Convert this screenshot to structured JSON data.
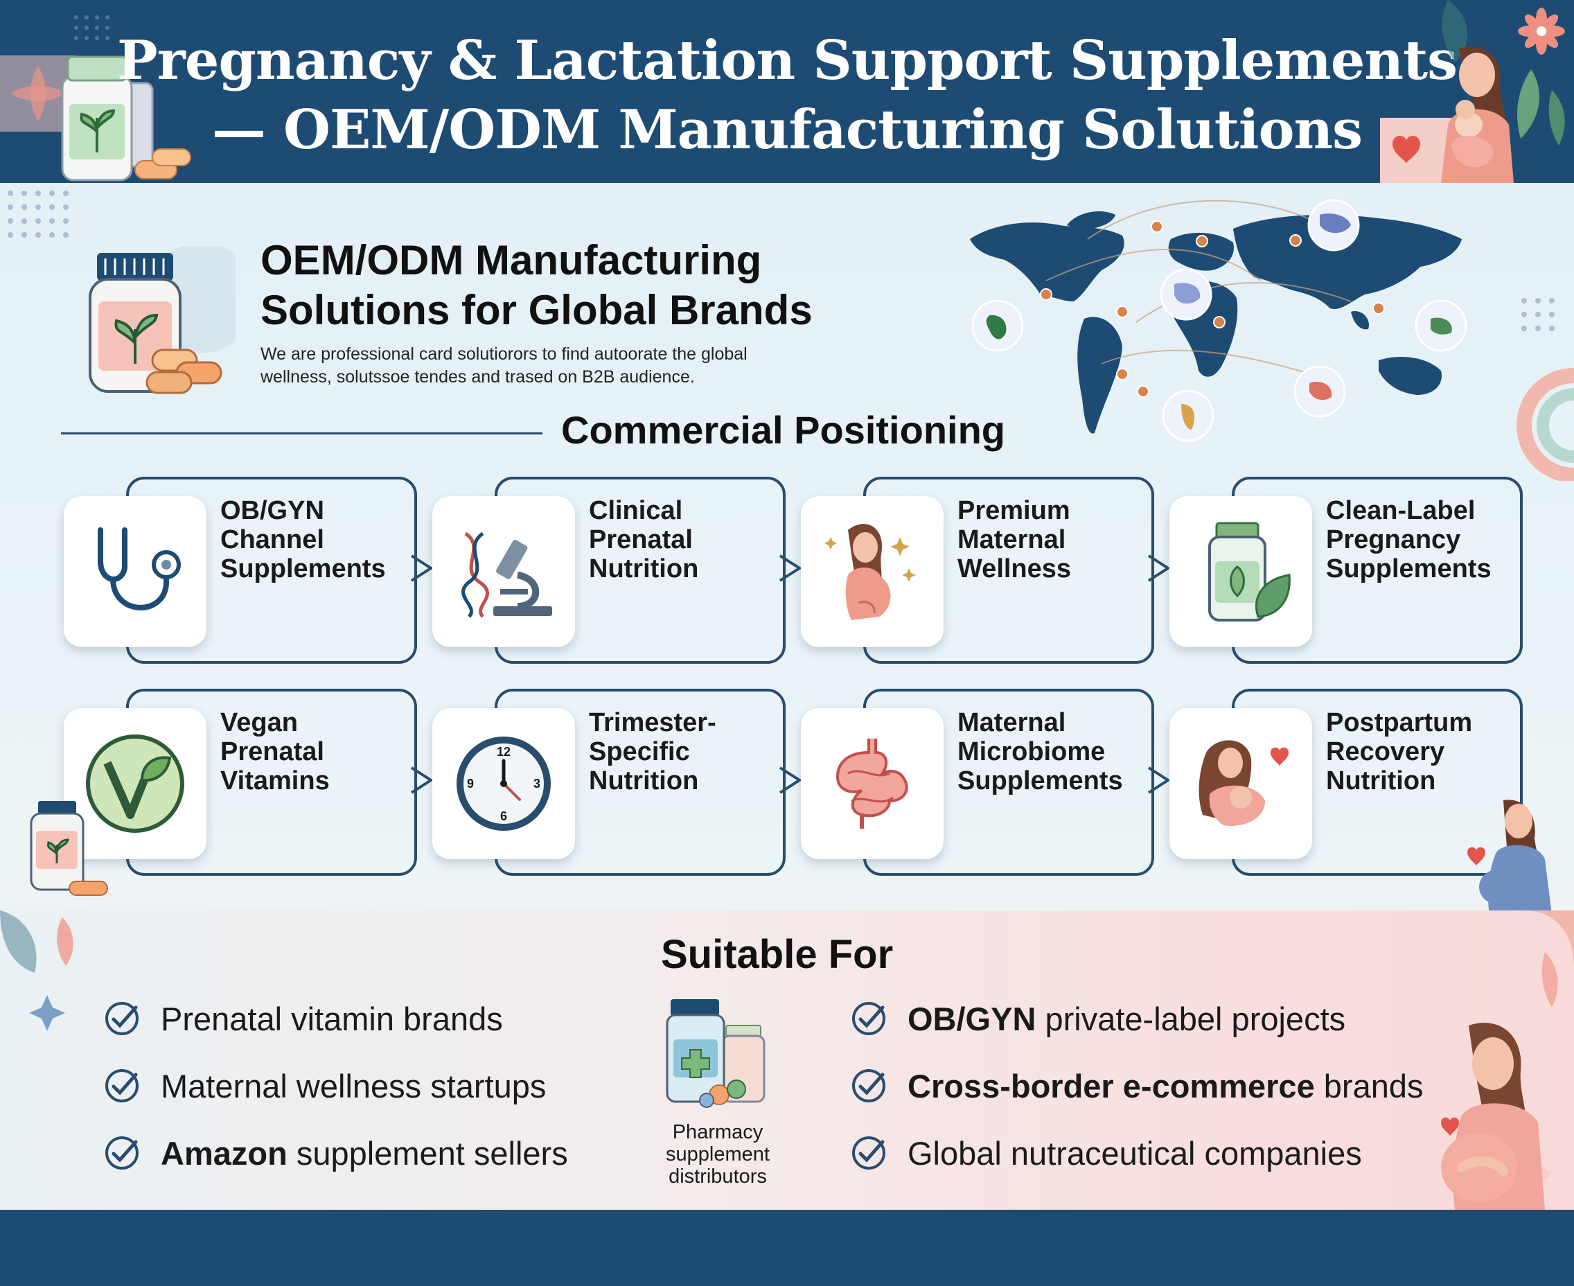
{
  "header": {
    "title_line1": "Pregnancy & Lactation Support Supplements",
    "title_line2": "— OEM/ODM Manufacturing Solutions"
  },
  "intro": {
    "title_line1": "OEM/ODM Manufacturing",
    "title_line2": "Solutions for Global Brands",
    "subtitle_line1": "We are professional card solutiorors to find autoorate the global",
    "subtitle_line2": "wellness, solutssoe tendes and trased on B2B audience."
  },
  "positioning": {
    "title": "Commercial Positioning",
    "cards": [
      {
        "line1": "OB/GYN",
        "line2": "Channel",
        "line3": "Supplements",
        "icon": "stethoscope-icon"
      },
      {
        "line1": "Clinical",
        "line2": "Prenatal",
        "line3": "Nutrition",
        "icon": "microscope-dna-icon"
      },
      {
        "line1": "Premium",
        "line2": "Maternal",
        "line3": "Wellness",
        "icon": "pregnant-woman-icon"
      },
      {
        "line1": "Clean-Label",
        "line2": "Pregnancy",
        "line3": "Supplements",
        "icon": "leaf-bottle-icon"
      },
      {
        "line1": "Vegan",
        "line2": "Prenatal",
        "line3": "Vitamins",
        "icon": "vegan-v-icon"
      },
      {
        "line1": "Trimester-",
        "line2": "Specific",
        "line3": "Nutrition",
        "icon": "clock-icon"
      },
      {
        "line1": "Maternal",
        "line2": "Microbiome",
        "line3": "Supplements",
        "icon": "intestine-icon"
      },
      {
        "line1": "Postpartum",
        "line2": "Recovery",
        "line3": "Nutrition",
        "icon": "mother-baby-icon"
      }
    ],
    "clock_numbers": [
      "12",
      "3",
      "6",
      "9"
    ]
  },
  "suitable": {
    "title": "Suitable For",
    "left": [
      {
        "bold": "",
        "text": "Prenatal vitamin brands"
      },
      {
        "bold": "",
        "text": "Maternal wellness startups"
      },
      {
        "bold": "Amazon",
        "text": " supplement sellers"
      }
    ],
    "right": [
      {
        "bold": "OB/GYN",
        "text": " private-label projects"
      },
      {
        "bold": "Cross-border e-commerce",
        "text": " brands"
      },
      {
        "bold": "",
        "text": "Global nutraceutical companies"
      }
    ],
    "center_label_line1": "Pharmacy",
    "center_label_line2": "supplement",
    "center_label_line3": "distributors"
  },
  "colors": {
    "navy": "#1d4b73",
    "outline": "#2a4d6e",
    "pink": "#f2a59b",
    "green": "#7fb77e"
  }
}
